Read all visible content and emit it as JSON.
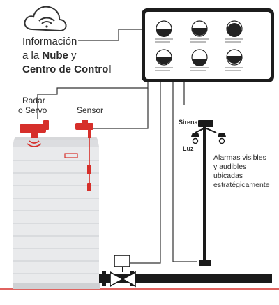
{
  "cloud": {
    "line1": "Información",
    "line2_prefix": "a la ",
    "line2_bold": "Nube",
    "line2_suffix": " y",
    "line3": "Centro de Control"
  },
  "labels": {
    "radar_line1": "Radar",
    "radar_line2": "o Servo",
    "sensor": "Sensor",
    "sirena": "Sirena",
    "luz": "Luz"
  },
  "alarms": {
    "line1": "Alarmas visibles",
    "line2": "y audibles",
    "line3": "ubicadas",
    "line4": "estratégicamente"
  },
  "colors": {
    "accent_red": "#d62f2a",
    "panel": "#1c1c1c",
    "tank_fill": "#e9eaec",
    "tank_stripe": "#d4d6d9",
    "pipe": "#1a1a1a",
    "line": "#333333"
  },
  "icons": {
    "cloud": "wifi-cloud-icon",
    "radar": "radar-icon",
    "sensor": "level-sensor-icon",
    "siren": "siren-icon",
    "valve": "valve-icon"
  }
}
